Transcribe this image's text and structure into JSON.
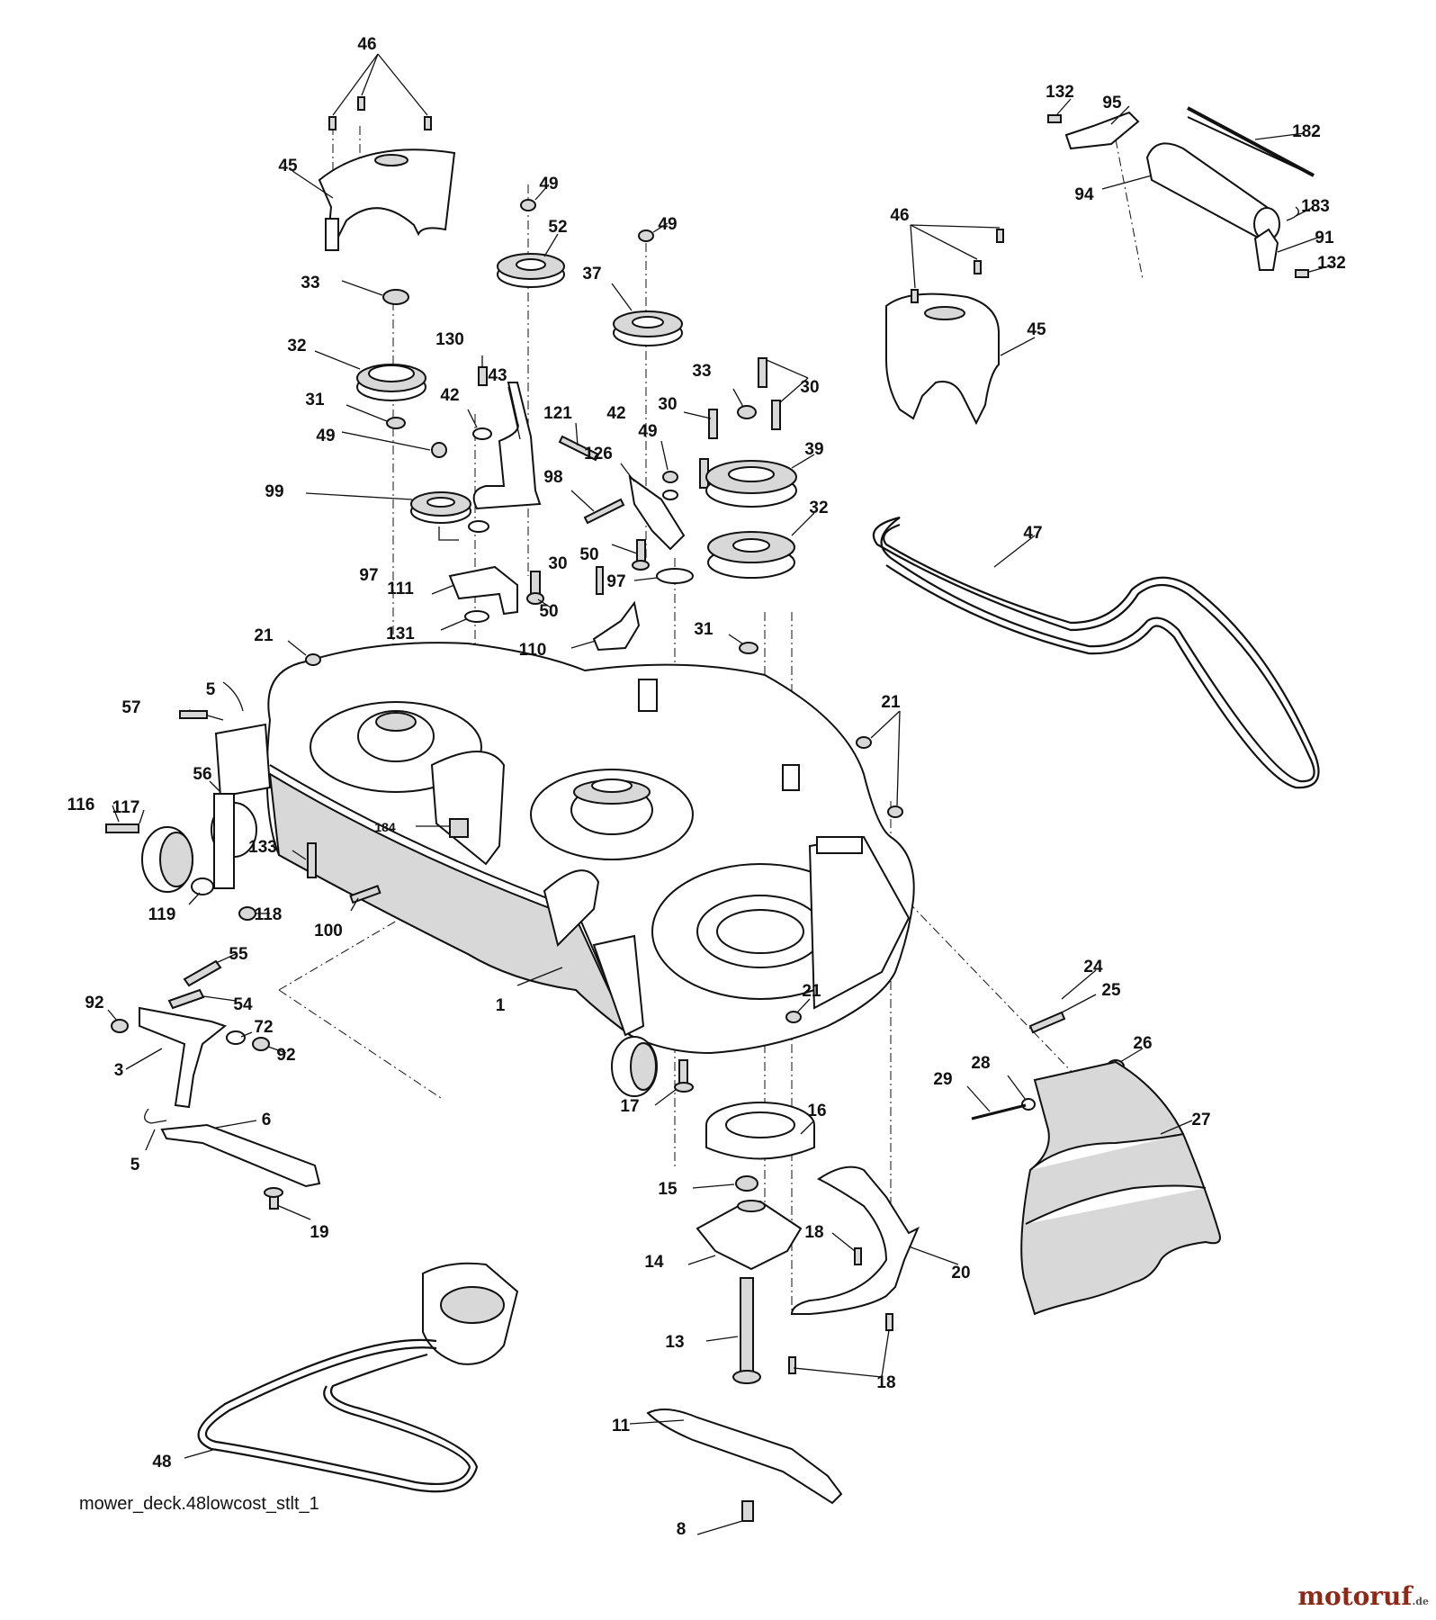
{
  "caption": "mower_deck.48lowcost_stlt_1",
  "watermark": {
    "name": "motoruf",
    "suffix": ".de",
    "color_dark": "#8a2a1a",
    "color_accent": "#7aa12a"
  },
  "callouts": [
    {
      "id": "46",
      "text": "46"
    },
    {
      "id": "45",
      "text": "45"
    },
    {
      "id": "33",
      "text": "33"
    },
    {
      "id": "32",
      "text": "32"
    },
    {
      "id": "31",
      "text": "31"
    },
    {
      "id": "49",
      "text": "49"
    },
    {
      "id": "99",
      "text": "99"
    },
    {
      "id": "97",
      "text": "97"
    },
    {
      "id": "52",
      "text": "52"
    },
    {
      "id": "130",
      "text": "130"
    },
    {
      "id": "42",
      "text": "42"
    },
    {
      "id": "43",
      "text": "43"
    },
    {
      "id": "121",
      "text": "121"
    },
    {
      "id": "98",
      "text": "98"
    },
    {
      "id": "111",
      "text": "111"
    },
    {
      "id": "131",
      "text": "131"
    },
    {
      "id": "50",
      "text": "50"
    },
    {
      "id": "37",
      "text": "37"
    },
    {
      "id": "126",
      "text": "126"
    },
    {
      "id": "30",
      "text": "30"
    },
    {
      "id": "110",
      "text": "110"
    },
    {
      "id": "39",
      "text": "39"
    },
    {
      "id": "47",
      "text": "47"
    },
    {
      "id": "132",
      "text": "132"
    },
    {
      "id": "95",
      "text": "95"
    },
    {
      "id": "182",
      "text": "182"
    },
    {
      "id": "94",
      "text": "94"
    },
    {
      "id": "183",
      "text": "183"
    },
    {
      "id": "91",
      "text": "91"
    },
    {
      "id": "21",
      "text": "21"
    },
    {
      "id": "5",
      "text": "5"
    },
    {
      "id": "57",
      "text": "57"
    },
    {
      "id": "116",
      "text": "116"
    },
    {
      "id": "117",
      "text": "117"
    },
    {
      "id": "56",
      "text": "56"
    },
    {
      "id": "184",
      "text": "184"
    },
    {
      "id": "133",
      "text": "133"
    },
    {
      "id": "119",
      "text": "119"
    },
    {
      "id": "118",
      "text": "118"
    },
    {
      "id": "100",
      "text": "100"
    },
    {
      "id": "1",
      "text": "1"
    },
    {
      "id": "55",
      "text": "55"
    },
    {
      "id": "92",
      "text": "92"
    },
    {
      "id": "54",
      "text": "54"
    },
    {
      "id": "72",
      "text": "72"
    },
    {
      "id": "3",
      "text": "3"
    },
    {
      "id": "6",
      "text": "6"
    },
    {
      "id": "19",
      "text": "19"
    },
    {
      "id": "17",
      "text": "17"
    },
    {
      "id": "16",
      "text": "16"
    },
    {
      "id": "15",
      "text": "15"
    },
    {
      "id": "14",
      "text": "14"
    },
    {
      "id": "13",
      "text": "13"
    },
    {
      "id": "11",
      "text": "11"
    },
    {
      "id": "8",
      "text": "8"
    },
    {
      "id": "48",
      "text": "48"
    },
    {
      "id": "18",
      "text": "18"
    },
    {
      "id": "20",
      "text": "20"
    },
    {
      "id": "24",
      "text": "24"
    },
    {
      "id": "25",
      "text": "25"
    },
    {
      "id": "26",
      "text": "26"
    },
    {
      "id": "28",
      "text": "28"
    },
    {
      "id": "29",
      "text": "29"
    },
    {
      "id": "27",
      "text": "27"
    }
  ]
}
